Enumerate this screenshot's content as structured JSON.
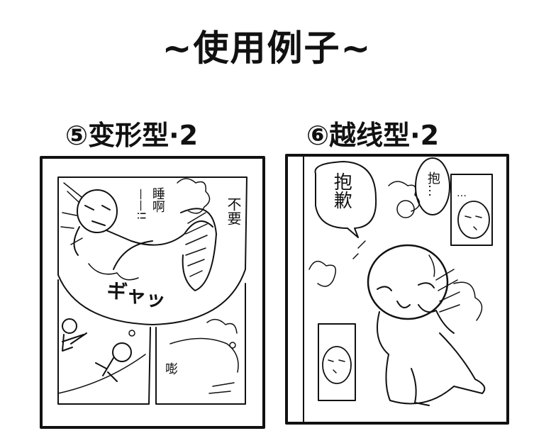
{
  "header": {
    "title": "~使用例子~"
  },
  "examples": [
    {
      "label": "⑤变形型·2",
      "panel_texts": [
        "不要",
        "睡啊",
        "——!!",
        "ギャッ",
        "嘭"
      ]
    },
    {
      "label": "⑥越线型·2",
      "panel_texts": [
        "抱歉",
        "抱…",
        "…"
      ]
    }
  ]
}
